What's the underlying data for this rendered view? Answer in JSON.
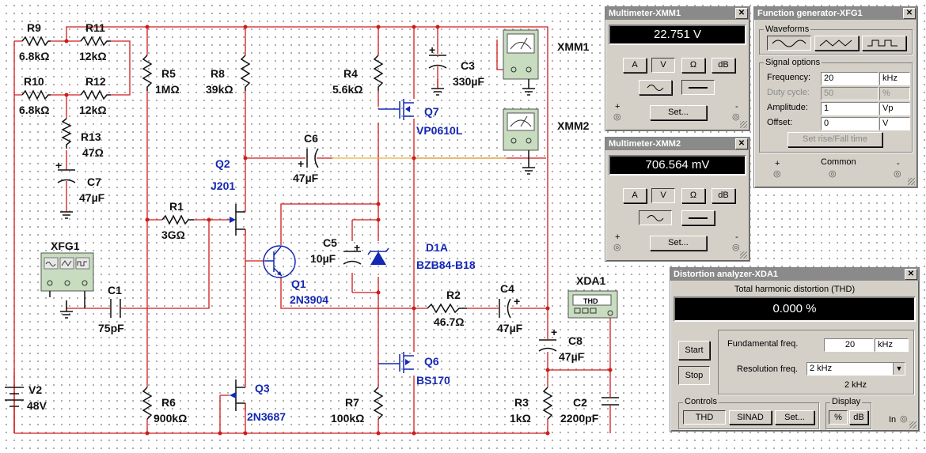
{
  "components": {
    "r9": {
      "name": "R9",
      "value": "6.8kΩ"
    },
    "r10": {
      "name": "R10",
      "value": "6.8kΩ"
    },
    "r11": {
      "name": "R11",
      "value": "12kΩ"
    },
    "r12": {
      "name": "R12",
      "value": "12kΩ"
    },
    "r13": {
      "name": "R13",
      "value": "47Ω"
    },
    "c7": {
      "name": "C7",
      "value": "47µF"
    },
    "r5": {
      "name": "R5",
      "value": "1MΩ"
    },
    "r8": {
      "name": "R8",
      "value": "39kΩ"
    },
    "q2": {
      "name": "Q2",
      "value": "J201"
    },
    "r1": {
      "name": "R1",
      "value": "3GΩ"
    },
    "xfg1": {
      "name": "XFG1"
    },
    "c1": {
      "name": "C1",
      "value": "75pF"
    },
    "r6": {
      "name": "R6",
      "value": "900kΩ"
    },
    "q3": {
      "name": "Q3",
      "value": "2N3687"
    },
    "v2": {
      "name": "V2",
      "value": "48V"
    },
    "c6": {
      "name": "C6",
      "value": "47µF"
    },
    "q1": {
      "name": "Q1",
      "value": "2N3904"
    },
    "c5": {
      "name": "C5",
      "value": "10µF"
    },
    "r4": {
      "name": "R4",
      "value": "5.6kΩ"
    },
    "c3": {
      "name": "C3",
      "value": "330µF"
    },
    "q7": {
      "name": "Q7",
      "value": "VP0610L"
    },
    "d1a": {
      "name": "D1A",
      "value": "BZB84-B18"
    },
    "r2": {
      "name": "R2",
      "value": "46.7Ω"
    },
    "c4": {
      "name": "C4",
      "value": "47µF"
    },
    "q6": {
      "name": "Q6",
      "value": "BS170"
    },
    "r7": {
      "name": "R7",
      "value": "100kΩ"
    },
    "c8": {
      "name": "C8",
      "value": "47µF"
    },
    "r3": {
      "name": "R3",
      "value": "1kΩ"
    },
    "c2": {
      "name": "C2",
      "value": "2200pF"
    },
    "xmm1": {
      "name": "XMM1"
    },
    "xmm2": {
      "name": "XMM2"
    },
    "xda1": {
      "name": "XDA1",
      "icon_text": "THD"
    }
  },
  "multimeter1": {
    "title": "Multimeter-XMM1",
    "reading": "22.751 V",
    "buttons": [
      "A",
      "V",
      "Ω",
      "dB"
    ],
    "set_label": "Set...",
    "plus": "+",
    "minus": "-"
  },
  "multimeter2": {
    "title": "Multimeter-XMM2",
    "reading": "706.564 mV",
    "buttons": [
      "A",
      "V",
      "Ω",
      "dB"
    ],
    "set_label": "Set...",
    "plus": "+",
    "minus": "-"
  },
  "function_generator": {
    "title": "Function generator-XFG1",
    "waveforms_label": "Waveforms",
    "signal_options_label": "Signal options",
    "rows": [
      {
        "label": "Frequency:",
        "value": "20",
        "unit": "kHz"
      },
      {
        "label": "Duty cycle:",
        "value": "50",
        "unit": "%"
      },
      {
        "label": "Amplitude:",
        "value": "1",
        "unit": "Vp"
      },
      {
        "label": "Offset:",
        "value": "0",
        "unit": "V"
      }
    ],
    "set_rise_fall": "Set rise/Fall time",
    "plus": "+",
    "common": "Common",
    "minus": "-"
  },
  "distortion": {
    "title": "Distortion analyzer-XDA1",
    "caption": "Total harmonic distortion (THD)",
    "reading": "0.000 %",
    "start": "Start",
    "stop": "Stop",
    "fundamental_label": "Fundamental freq.",
    "fundamental_value": "20",
    "fundamental_unit": "kHz",
    "resolution_label": "Resolution freq.",
    "resolution_value": "2 kHz",
    "resolution_display": "2 kHz",
    "controls_label": "Controls",
    "thd": "THD",
    "sinad": "SINAD",
    "set": "Set...",
    "display_label": "Display",
    "percent": "%",
    "db": "dB",
    "in": "In"
  },
  "colors": {
    "wire": "#d11a1a",
    "blue_label": "#1428b4",
    "probe_wire": "#e8b040",
    "instrument_face": "#d4d0c8",
    "titlebar": "#8a8a8a"
  }
}
